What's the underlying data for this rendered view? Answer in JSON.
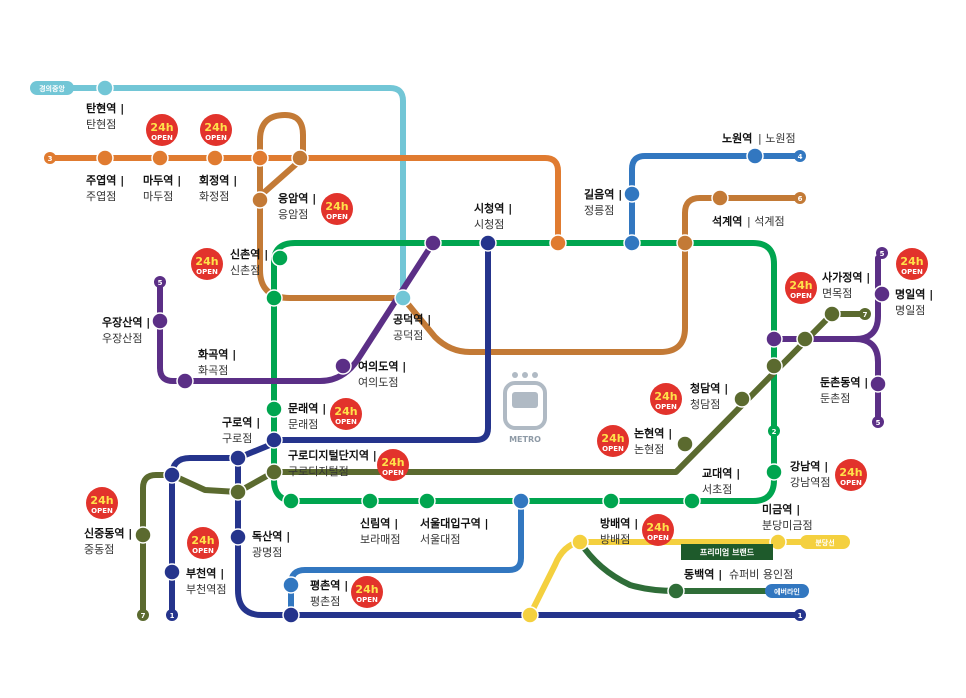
{
  "colors": {
    "line1": "#25348c",
    "line2": "#00a54f",
    "line3": "#e07b30",
    "line4": "#3277c0",
    "line5": "#5b2f86",
    "line6": "#c37a36",
    "line7": "#5b6a2f",
    "gyeongui": "#72c6d6",
    "bundang": "#f4d03f",
    "everline": "#2f6d38",
    "badge": "#e2332c",
    "badge_text": "#ffe24a"
  },
  "badge": {
    "top": "24h",
    "bottom": "OPEN"
  },
  "line_tags": {
    "gyeongui": "경의중앙",
    "bundang": "분당선",
    "everline": "에버라인"
  },
  "line_numbers": {
    "n1a": "1",
    "n1b": "1",
    "n2": "2",
    "n3": "3",
    "n4": "4",
    "n5a": "5",
    "n5b": "5",
    "n5c": "5",
    "n6": "6",
    "n7a": "7",
    "n7b": "7"
  },
  "premium_tag": "프리미엄 브랜드",
  "metro_label": "METRO",
  "stations": {
    "tanhyeon": {
      "name": "탄현역 |",
      "store": "탄현점"
    },
    "juyeop": {
      "name": "주엽역 |",
      "store": "주엽점"
    },
    "madu": {
      "name": "마두역 |",
      "store": "마두점"
    },
    "hwajeong": {
      "name": "회정역 |",
      "store": "화정점"
    },
    "eungam": {
      "name": "응암역 |",
      "store": "응암점"
    },
    "sinchon": {
      "name": "신촌역 |",
      "store": "신촌점"
    },
    "cityhall": {
      "name": "시청역 |",
      "store": "시청점"
    },
    "gireum": {
      "name": "길음역 |",
      "store": "정릉점"
    },
    "nowon": {
      "name": "노원역",
      "store": "| 노원점"
    },
    "seokgye": {
      "name": "석계역",
      "store": "| 석계점"
    },
    "ujangsan": {
      "name": "우장산역 |",
      "store": "우장산점"
    },
    "hwagok": {
      "name": "화곡역 |",
      "store": "화곡점"
    },
    "gongdeok": {
      "name": "공덕역 |",
      "store": "공덕점"
    },
    "yeouido": {
      "name": "여의도역 |",
      "store": "여의도점"
    },
    "sagajeong": {
      "name": "사가정역 |",
      "store": "면목점"
    },
    "myeongil": {
      "name": "명일역 |",
      "store": "명일점"
    },
    "dunchondong": {
      "name": "둔촌동역 |",
      "store": "둔촌점"
    },
    "mullae": {
      "name": "문래역 |",
      "store": "문래점"
    },
    "guro": {
      "name": "구로역 |",
      "store": "구로점"
    },
    "cheongdam": {
      "name": "청담역 |",
      "store": "청담점"
    },
    "nonhyeon": {
      "name": "논현역 |",
      "store": "논현점"
    },
    "gdigital": {
      "name": "구로디지털단지역 |",
      "store": "구로디지털점"
    },
    "gyodae": {
      "name": "교대역 |",
      "store": "서초점"
    },
    "gangnam": {
      "name": "강남역 |",
      "store": "강남역점"
    },
    "sinjungdong": {
      "name": "신중동역 |",
      "store": "중동점"
    },
    "sillim": {
      "name": "신림역 |",
      "store": "보라매점"
    },
    "seoulnat": {
      "name": "서울대입구역 |",
      "store": "서울대점"
    },
    "bangbae": {
      "name": "방배역 |",
      "store": "방배점"
    },
    "migeum": {
      "name": "미금역 |",
      "store": "분당미금점"
    },
    "doksan": {
      "name": "독산역 |",
      "store": "광명점"
    },
    "bucheon": {
      "name": "부천역 |",
      "store": "부천역점"
    },
    "pyeongchon": {
      "name": "평촌역 |",
      "store": "평촌점"
    },
    "dongbaek": {
      "name": "동백역 |",
      "store": "슈퍼비 용인점"
    }
  }
}
